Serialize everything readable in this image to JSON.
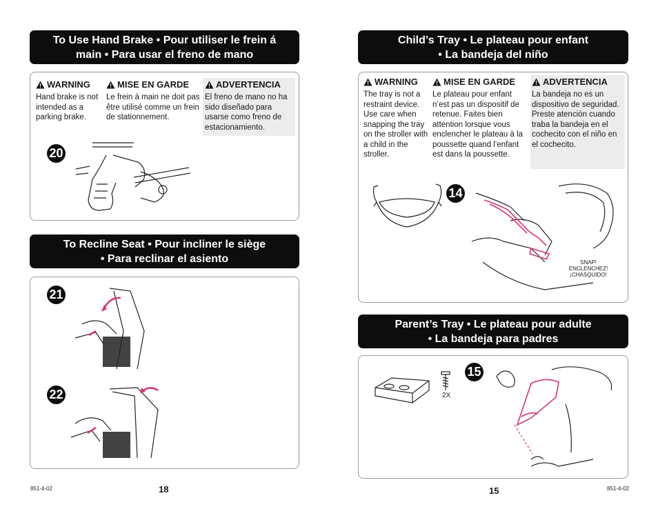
{
  "left": {
    "brake_header": [
      "To Use Hand Brake  •  Pour utiliser le frein á",
      "main  •  Para usar el freno de mano"
    ],
    "warnings": [
      {
        "title": "WARNING",
        "body": "Hand brake is not intended as a parking brake."
      },
      {
        "title": "MISE EN GARDE",
        "body": "Le frein à main ne doit pas être utilisé comme un frein de stationnement."
      },
      {
        "title": "ADVERTENCIA",
        "body": "El freno de mano no ha sido diseñado para usarse como freno de estacionamiento."
      }
    ],
    "step_brake": "20",
    "recline_header": [
      "To Recline Seat  •  Pour incliner le siège",
      "•  Para reclinar el asiento"
    ],
    "step_recline_1": "21",
    "step_recline_2": "22",
    "footer_code": "851-4-02",
    "page_number": "18"
  },
  "right": {
    "tray_header": [
      "Child’s Tray  •  Le plateau pour enfant",
      "•  La bandeja del niño"
    ],
    "warnings": [
      {
        "title": "WARNING",
        "body": "The tray is not a restraint device. Use care when snapping the tray on the stroller with a child in the stroller."
      },
      {
        "title": "MISE EN GARDE",
        "body": "Le plateau pour enfant n’est pas un dispositif de retenue. Faites bien attention lorsque vous enclencher le plateau à la poussette quand l’enfant est dans la poussette."
      },
      {
        "title": "ADVERTENCIA",
        "body": "La bandeja no es un dispositivo de seguridad. Preste atención cuando traba la bandeja en el cochecito con el niño en el cochecito."
      }
    ],
    "step_tray": "14",
    "snap_label": [
      "SNAP!",
      "ENCLENCHEZ!",
      "¡CHASQUIDO!"
    ],
    "parent_header": [
      "Parent’s Tray  •  Le plateau pour adulte",
      "•  La bandeja para padres"
    ],
    "step_parent": "15",
    "screw_qty": "2X",
    "footer_code": "851-4-02",
    "page_number": "15"
  },
  "colors": {
    "header_bg": "#0d0d0d",
    "accent": "#d6337a",
    "shade": "#ececec"
  }
}
